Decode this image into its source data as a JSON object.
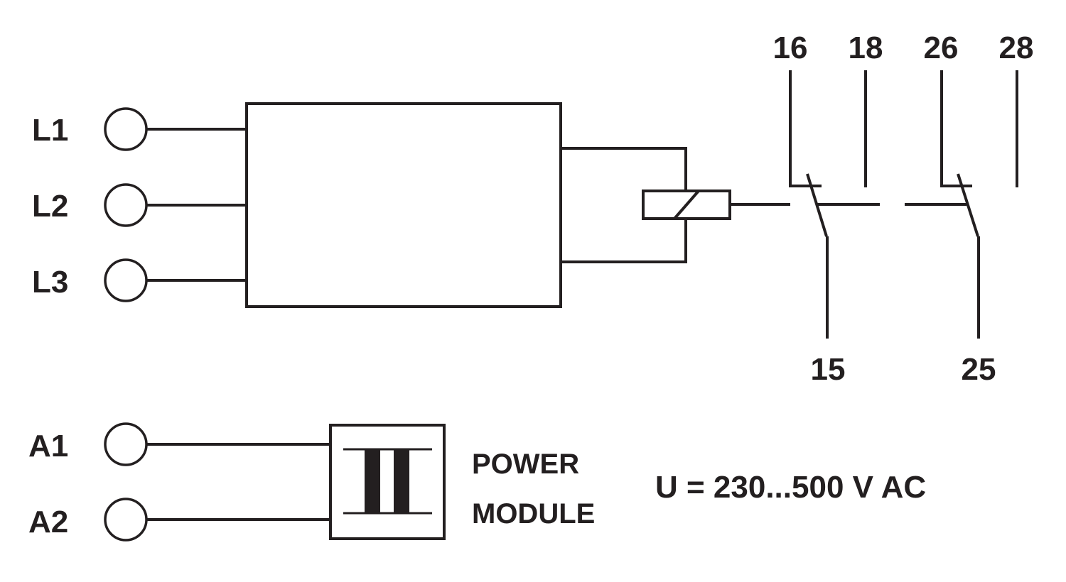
{
  "inputs": {
    "l1": "L1",
    "l2": "L2",
    "l3": "L3",
    "a1": "A1",
    "a2": "A2"
  },
  "contacts": {
    "t16": "16",
    "t18": "18",
    "t26": "26",
    "t28": "28",
    "t15": "15",
    "t25": "25"
  },
  "power_module": {
    "line1": "POWER",
    "line2": "MODULE"
  },
  "voltage": "U = 230...500 V AC",
  "colors": {
    "ink": "#231f20",
    "background": "#ffffff"
  }
}
